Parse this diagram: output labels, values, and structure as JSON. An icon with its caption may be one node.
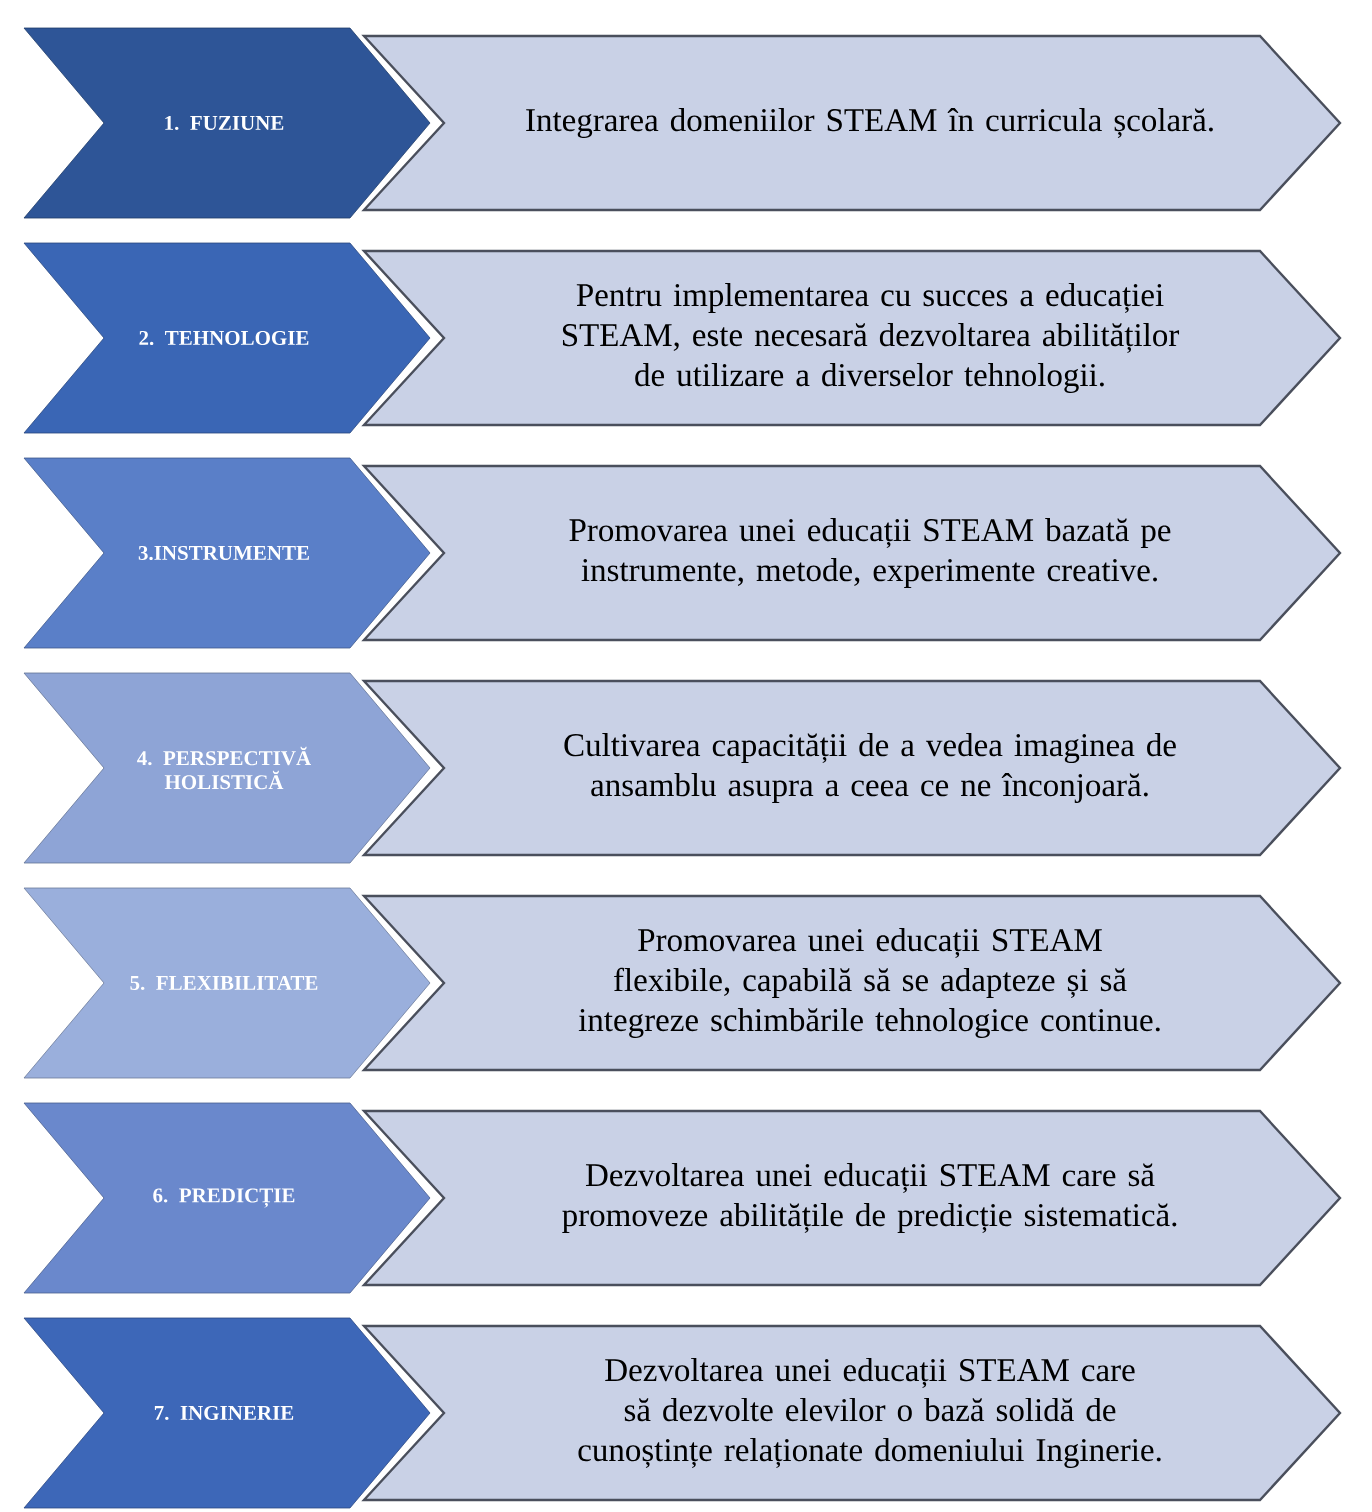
{
  "diagram": {
    "nodes": [
      {
        "text": [
          "1. FUZIUNE"
        ]
      },
      {
        "text": [
          "Integrarea domeniilor STEAM în curricula școlară."
        ]
      },
      {
        "text": [
          "2. TEHNOLOGIE"
        ]
      },
      {
        "text": [
          "Pentru implementarea cu succes a educației STEAM, este necesară dezvoltarea abilităților de utilizare a diverselor tehnologii."
        ]
      },
      {
        "text": [
          "3.INSTRUMENTE"
        ]
      },
      {
        "text": [
          "Promovarea unei educații STEAM bazată pe instrumente, metode, experimente creative."
        ]
      },
      {
        "text": [
          "4. PERSPECTIVĂ HOLISTICĂ"
        ]
      },
      {
        "text": [
          "Cultivarea capacității de a vedea imaginea de ansamblu asupra a ceea ce ne înconjoară."
        ]
      },
      {
        "text": [
          "5. FLEXIBILITATE"
        ]
      },
      {
        "text": [
          "Promovarea unei educații STEAM flexibile, capabilă să se adapteze și să integreze schimbările tehnologice continue."
        ]
      },
      {
        "text": [
          "6. PREDICȚIE"
        ]
      },
      {
        "text": [
          "Dezvoltarea unei educații STEAM care să promoveze abilitățile de predicție sistematică."
        ]
      },
      {
        "text": [
          "7. INGINERIE"
        ]
      },
      {
        "text": [
          "Dezvoltarea unei educații STEAM care să dezvolte elevilor o bază solidă de cunoștințe relaționate domeniului Inginerie."
        ]
      }
    ]
  }
}
